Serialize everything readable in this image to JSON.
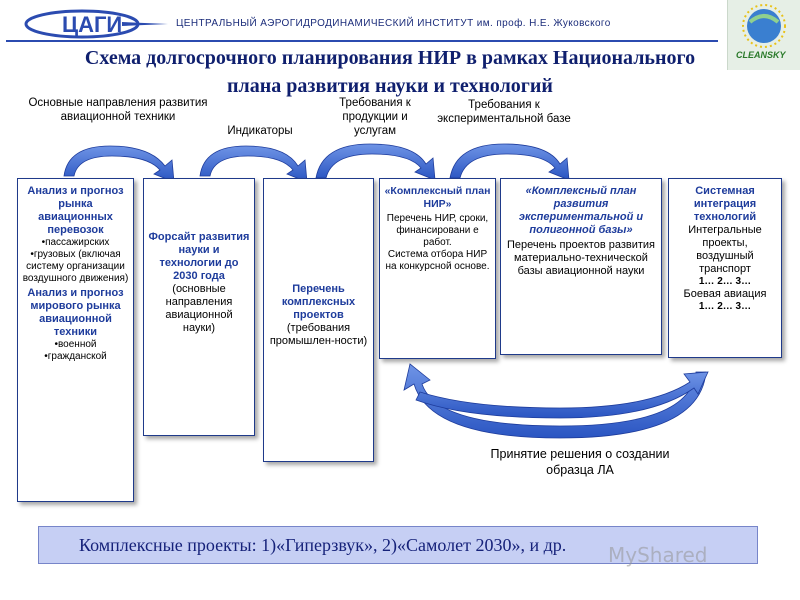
{
  "header": {
    "logo_text": "ЦАГИ",
    "organization": "ЦЕНТРАЛЬНЫЙ АЭРОГИДРОДИНАМИЧЕСКИЙ ИНСТИТУТ им. проф. Н.Е. Жуковского",
    "partner_logo_text": "CLEANSKY"
  },
  "title": {
    "line1": "Схема долгосрочного планирования НИР в рамках Национального",
    "line2": "плана развития науки и технологий"
  },
  "top_labels": {
    "directions": "Основные направления развития авиационной техники",
    "indicators": "Индикаторы",
    "products": "Требования к продукции и услугам",
    "base": "Требования к экспериментальной базе"
  },
  "boxes": {
    "market": {
      "title1": "Анализ и прогноз рынка авиационных перевозок",
      "items1": [
        "•пассажирских",
        "•грузовых (включая систему организации воздушного движения)"
      ],
      "title2": "Анализ и прогноз мирового рынка авиационной техники",
      "items2": [
        "•военной",
        "•гражданской"
      ]
    },
    "foresight": {
      "title": "Форсайт развития науки и технологии до 2030 года",
      "text": "(основные направления авиационной науки)"
    },
    "complex_list": {
      "title": "Перечень комплексных проектов",
      "text": "(требования промышлен-ности)"
    },
    "complex_plan": {
      "title": "«Комплексный план НИР»",
      "text1": "Перечень НИР, сроки, финансировани е работ.",
      "text2": "Система отбора НИР на конкурсной основе."
    },
    "exp_base": {
      "title": "«Комплексный план развития экспериментальной и полигонной базы»",
      "text": "Перечень проектов развития материально-технической базы авиационной науки"
    },
    "system": {
      "title": "Системная интеграция технологий",
      "text1": "Интегральные проекты, воздушный транспорт",
      "enum1": "1… 2… 3…",
      "text2": "Боевая авиация",
      "enum2": "1… 2… 3…"
    }
  },
  "decision": "Принятие решения о создании образца ЛА",
  "banner": "Комплексные проекты: 1)«Гиперзвук», 2)«Самолет 2030», и др.",
  "watermark": "MyShared",
  "colors": {
    "accent_blue": "#1e3c9c",
    "arrow_blue": "#2f5fcf",
    "banner_bg": "#c6cff4"
  }
}
